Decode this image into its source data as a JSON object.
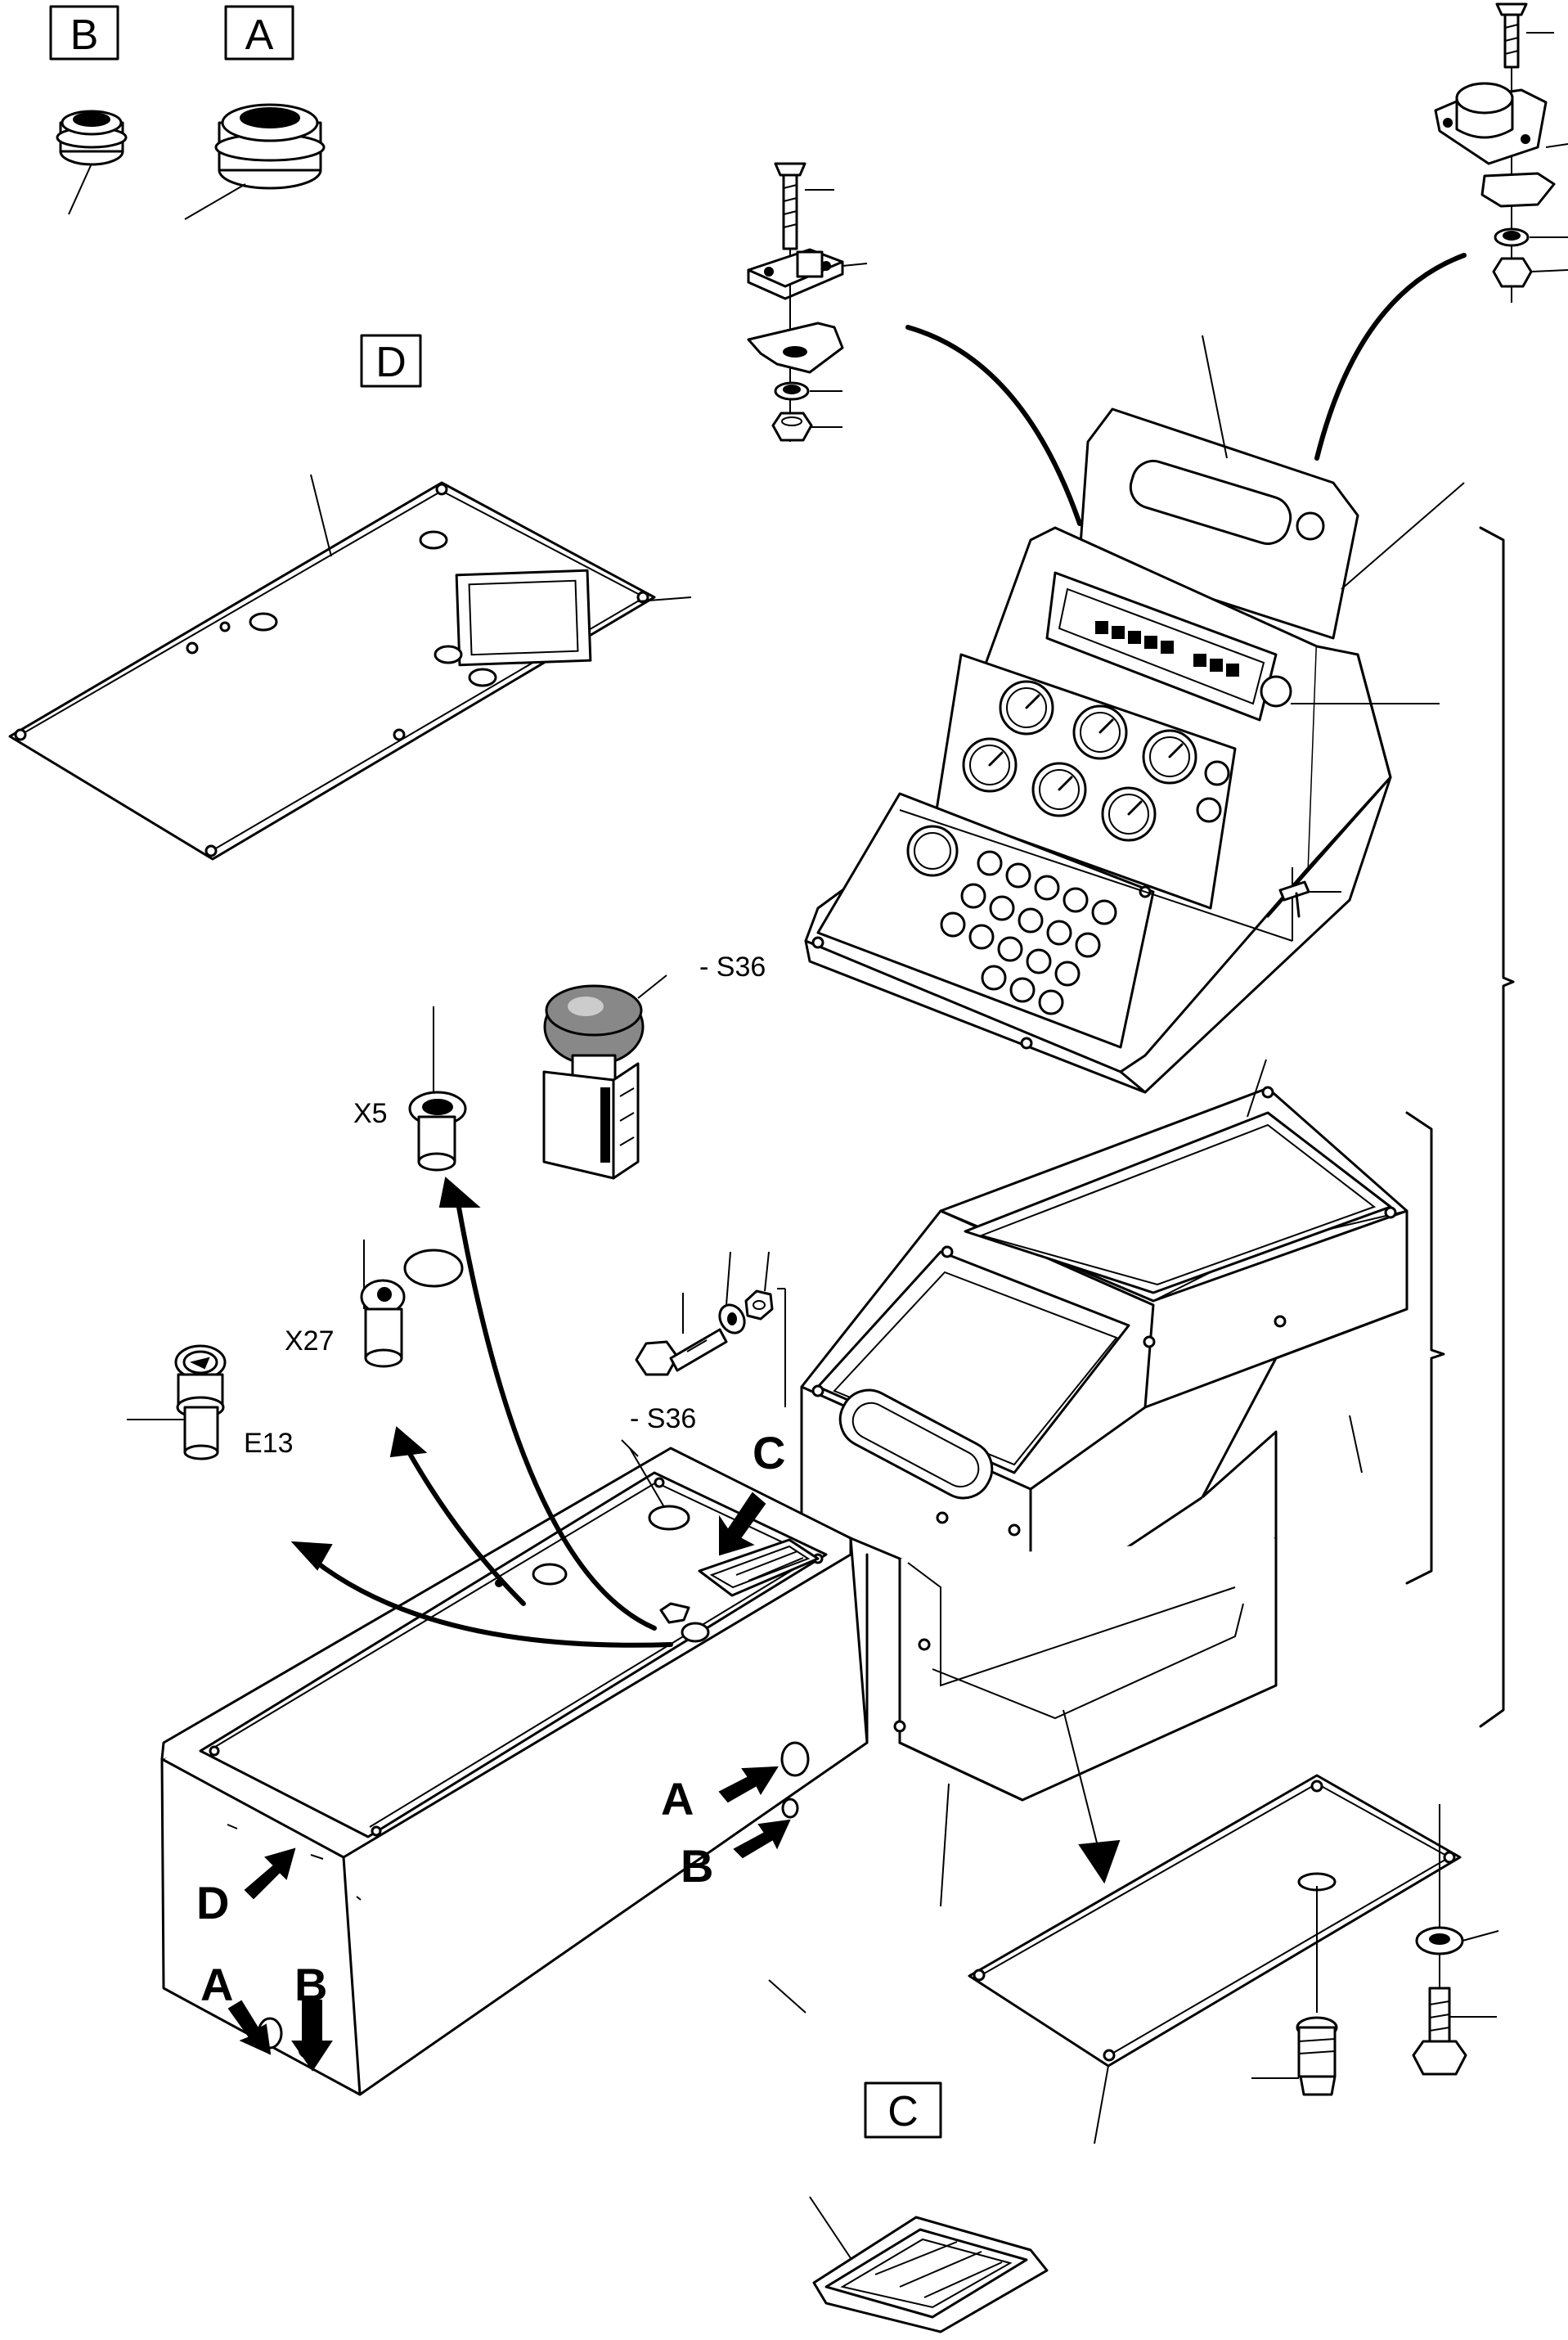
{
  "callouts": {
    "box_a": "A",
    "box_b": "B",
    "box_c": "C",
    "box_d": "D"
  },
  "pointer_letters": {
    "c_top": "C",
    "d_side": "D",
    "a_right": "A",
    "b_right": "B",
    "a_front": "A",
    "b_front": "B"
  },
  "part_labels": {
    "s36_panel": "- S36",
    "s36_console": "- S36",
    "x5": "X5",
    "x27": "X27",
    "e13": "E13"
  }
}
